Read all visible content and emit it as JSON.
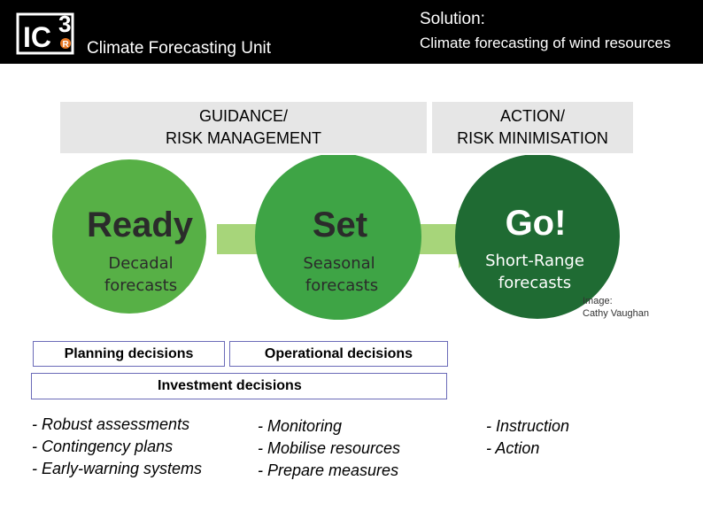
{
  "header": {
    "logo_text": "IC3",
    "unit_name": "Climate Forecasting Unit",
    "solution_title": "Solution:",
    "solution_subtitle": "Climate forecasting of wind resources"
  },
  "categories": [
    {
      "label": "GUIDANCE/\nRISK MANAGEMENT"
    },
    {
      "label": "ACTION/\nRISK MINIMISATION"
    }
  ],
  "stages": [
    {
      "title": "Ready",
      "line1": "Decadal",
      "line2": "forecasts",
      "color": "#57b046"
    },
    {
      "title": "Set",
      "line1": "Seasonal",
      "line2": "forecasts",
      "color": "#3ea445"
    },
    {
      "title": "Go!",
      "line1": "Short-Range",
      "line2": "forecasts",
      "color": "#1f6b33"
    }
  ],
  "image_credit": "Image:\nCathy Vaughan",
  "decisions": {
    "planning": "Planning decisions",
    "operational": "Operational decisions",
    "investment": "Investment decisions"
  },
  "lists": {
    "ready": [
      "- Robust assessments",
      "- Contingency plans",
      "- Early-warning systems"
    ],
    "set": [
      "- Monitoring",
      "- Mobilise resources",
      "- Prepare measures"
    ],
    "go": [
      "- Instruction",
      "- Action"
    ]
  },
  "colors": {
    "header_bg": "#000000",
    "label_box_bg": "#e6e6e6",
    "box_border": "#6b6bb8",
    "arrow": "#a7d57a",
    "logo_accent": "#e87722"
  }
}
